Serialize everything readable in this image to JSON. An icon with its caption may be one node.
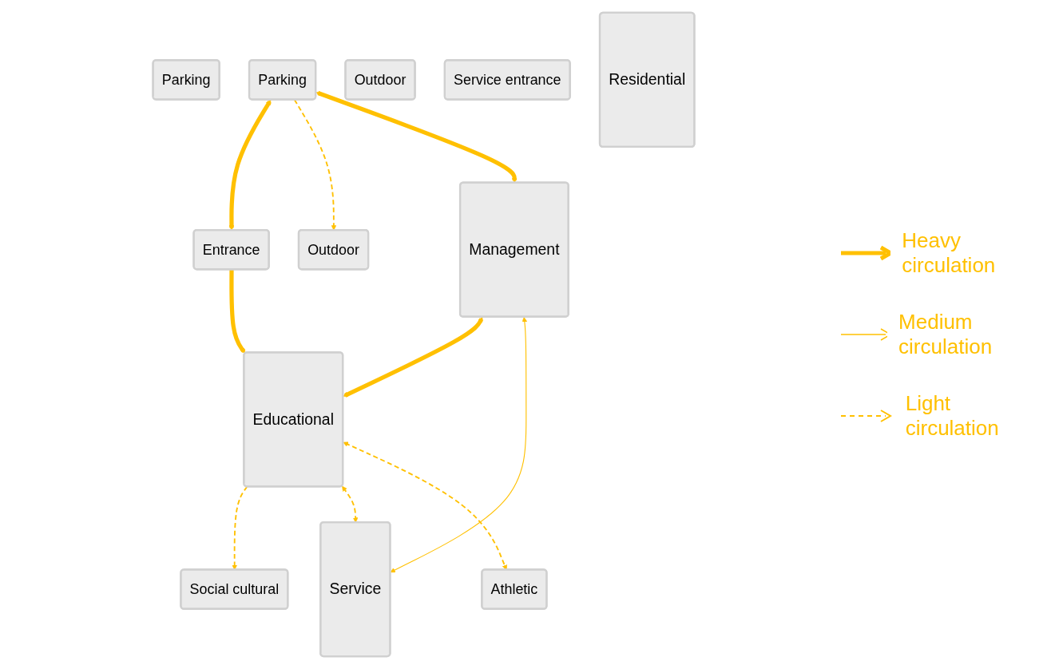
{
  "diagram": {
    "nodes": [
      {
        "text": [
          "Entrance"
        ]
      },
      {
        "text": [
          "Parking"
        ]
      },
      {
        "text": [
          "Parking"
        ]
      },
      {
        "text": [
          "Outdoor"
        ]
      },
      {
        "text": [
          "Outdoor"
        ]
      },
      {
        "text": [
          "Management"
        ]
      },
      {
        "text": [
          "Educational"
        ]
      },
      {
        "text": [
          "Social cultural"
        ]
      },
      {
        "text": [
          "Service"
        ]
      },
      {
        "text": [
          "Service entrance"
        ]
      },
      {
        "text": [
          "Residential"
        ]
      },
      {
        "text": [
          "Athletic"
        ]
      }
    ],
    "edges": [
      {
        "from": 2,
        "to": 0,
        "arrow": "both",
        "style": "thick"
      },
      {
        "from": 0,
        "to": 6,
        "arrow": "to",
        "style": "thick"
      },
      {
        "from": 2,
        "to": 4,
        "arrow": "to",
        "style": "dashed"
      },
      {
        "from": 2,
        "to": 5,
        "arrow": "both",
        "style": "thick"
      },
      {
        "from": 5,
        "to": 6,
        "arrow": "both",
        "style": "thick"
      },
      {
        "from": 6,
        "to": 7,
        "arrow": "to",
        "style": "dashed"
      },
      {
        "from": 5,
        "to": 8,
        "arrow": "both"
      },
      {
        "from": 6,
        "to": 8,
        "arrow": "both",
        "style": "dashed"
      },
      {
        "from": 6,
        "to": 11,
        "arrow": "both",
        "style": "dashed"
      }
    ],
    "legend": [
      {
        "text": "Heavy circulation"
      },
      {
        "text": "Medium circulation"
      },
      {
        "text": "Light circulation"
      }
    ]
  }
}
